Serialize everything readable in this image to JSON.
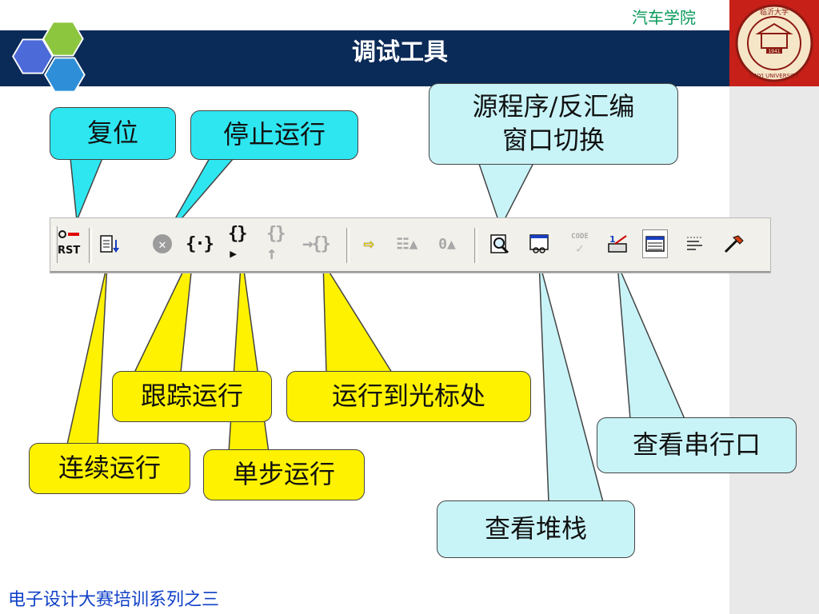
{
  "header": {
    "school_name": "汽车学院",
    "title": "调试工具"
  },
  "footer": {
    "text": "电子设计大赛培训系列之三"
  },
  "seal": {
    "year": "1941",
    "text_top": "临沂大学",
    "text_bottom": "LINYI UNIVERSITY"
  },
  "toolbar": {
    "rst_label": "RST",
    "code_label": "CODE"
  },
  "callouts": {
    "reset": "复位",
    "stop": "停止运行",
    "source_toggle_line1": "源程序/反汇编",
    "source_toggle_line2": "窗口切换",
    "trace": "跟踪运行",
    "run_to_cursor": "运行到光标处",
    "continuous": "连续运行",
    "step": "单步运行",
    "serial": "查看串行口",
    "stack": "查看堆栈"
  },
  "colors": {
    "banner": "#0a2a57",
    "cyan": "#2ee6f0",
    "light_cyan": "#c8f4f8",
    "yellow": "#fff200",
    "school_name": "#0a9a5a",
    "footer": "#1040c8",
    "seal": "#c62019"
  }
}
